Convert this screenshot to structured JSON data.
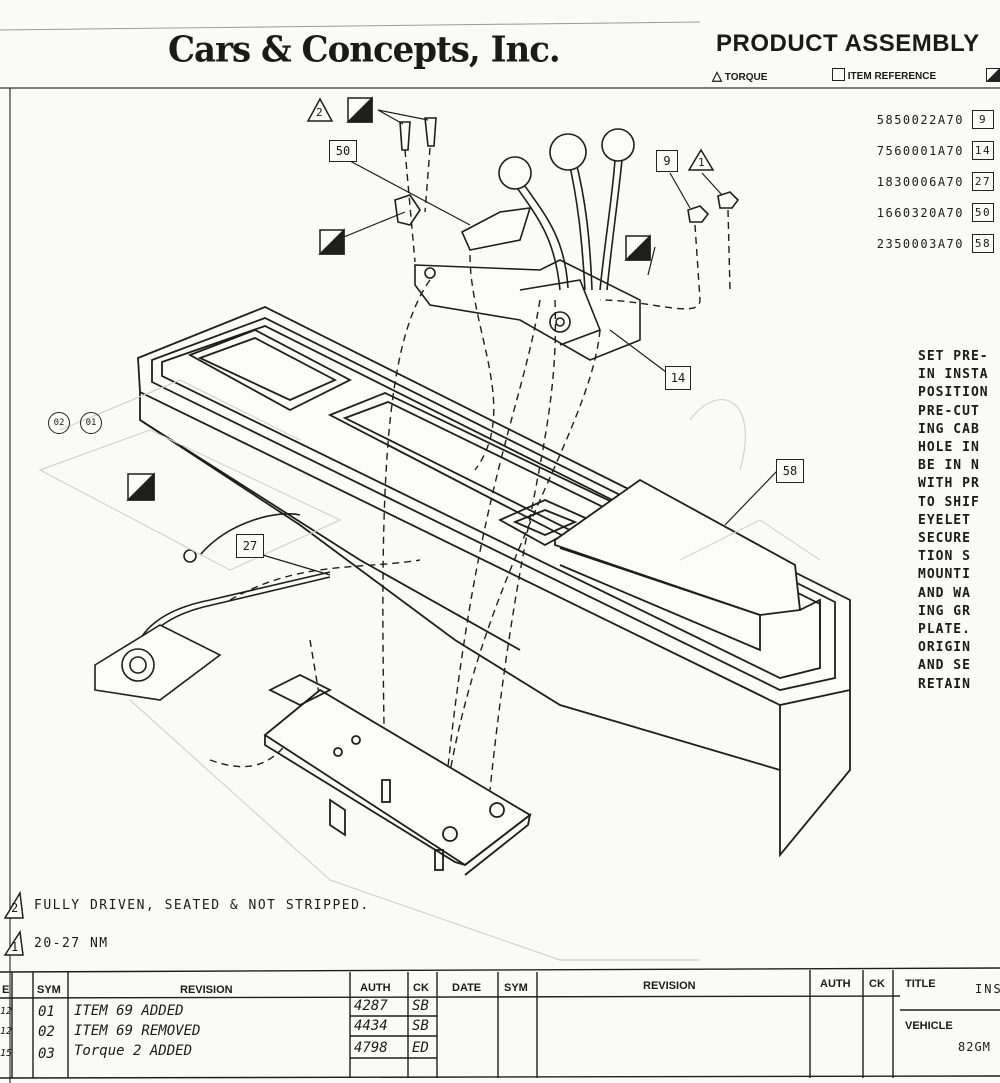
{
  "header": {
    "company": "Cars & Concepts, Inc.",
    "title": "PRODUCT ASSEMBLY",
    "legend_torque": "TORQUE",
    "legend_item_reference": "ITEM REFERENCE"
  },
  "parts": [
    {
      "number": "5850022A70",
      "ref": "9"
    },
    {
      "number": "7560001A70",
      "ref": "14"
    },
    {
      "number": "1830006A70",
      "ref": "27"
    },
    {
      "number": "1660320A70",
      "ref": "50"
    },
    {
      "number": "2350003A70",
      "ref": "58"
    }
  ],
  "callouts": {
    "c50": "50",
    "c9": "9",
    "c14": "14",
    "c58": "58",
    "c27": "27",
    "t2": "2",
    "t1": "1",
    "circle_02": "02",
    "circle_01": "01"
  },
  "instructions": [
    "SET PRE-",
    "IN INSTA",
    "POSITION",
    "PRE-CUT",
    "ING CAB",
    "HOLE IN",
    "BE IN N",
    "WITH PR",
    "TO SHIF",
    "EYELET",
    "SECURE",
    "TION S",
    "MOUNTI",
    "AND WA",
    "ING GR",
    "PLATE.",
    "ORIGIN",
    "AND SE",
    "RETAIN"
  ],
  "notes": {
    "note2_num": "2",
    "note2": "FULLY DRIVEN, SEATED & NOT STRIPPED.",
    "note1_num": "1",
    "note1": "20-27 NM"
  },
  "revision_table": {
    "headers": {
      "sym": "SYM",
      "revision": "REVISION",
      "auth": "AUTH",
      "ck": "CK",
      "date": "DATE",
      "sym2": "SYM",
      "revision2": "REVISION",
      "auth2": "AUTH",
      "ck2": "CK",
      "title": "TITLE",
      "vehicle": "VEHICLE"
    },
    "rows": [
      {
        "lead": "12",
        "sym": "01",
        "revision": "ITEM 69 ADDED",
        "auth": "4287",
        "ck": "SB"
      },
      {
        "lead": "12",
        "sym": "02",
        "revision": "ITEM 69 REMOVED",
        "auth": "4434",
        "ck": "SB"
      },
      {
        "lead": "15",
        "sym": "03",
        "revision": "Torque 2 ADDED",
        "auth": "4798",
        "ck": "ED"
      }
    ],
    "title_value": "INS",
    "vehicle_value": "82GM"
  }
}
